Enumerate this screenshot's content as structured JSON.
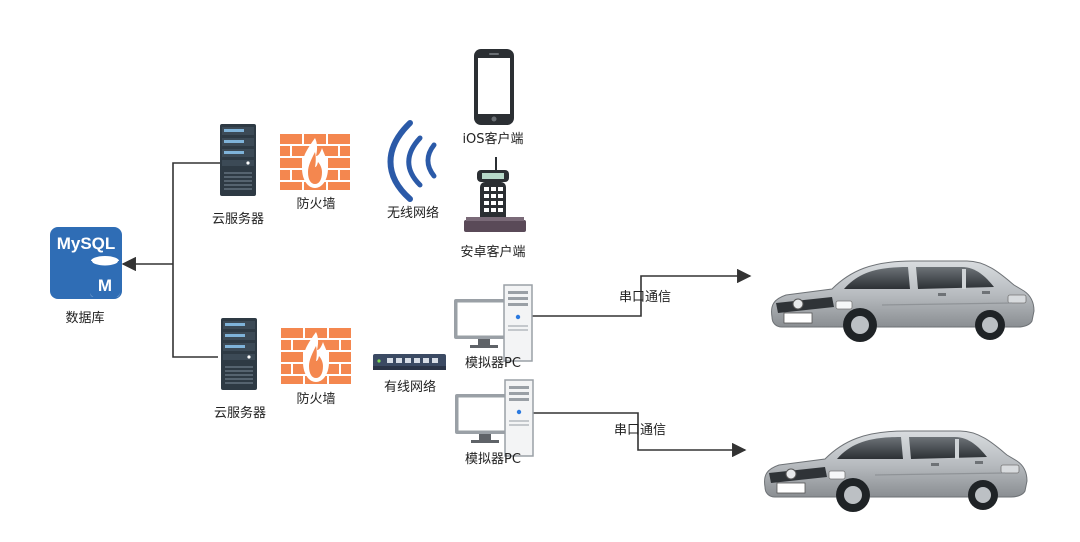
{
  "colors": {
    "line": "#333333",
    "mysql_blue": "#2f6db5",
    "firewall": "#f4874f",
    "wifi": "#2b5aa8",
    "server_dark": "#2e3a44",
    "car_body": "#b8bcc0"
  },
  "database": {
    "badge_text": "MySQL",
    "cylinder_text": "M",
    "label": "数据库"
  },
  "server_top": {
    "label": "云服务器",
    "icon": "server-rack-icon"
  },
  "server_bottom": {
    "label": "云服务器",
    "icon": "server-rack-icon"
  },
  "firewall_top": {
    "label": "防火墙",
    "icon": "firewall-icon"
  },
  "firewall_bottom": {
    "label": "防火墙",
    "icon": "firewall-icon"
  },
  "wireless": {
    "label": "无线网络",
    "icon": "wifi-signal-icon"
  },
  "wired": {
    "label": "有线网络",
    "icon": "network-switch-icon"
  },
  "ios_client": {
    "label": "iOS客户端",
    "icon": "smartphone-icon"
  },
  "android_client": {
    "label": "安卓客户端",
    "icon": "cordless-phone-icon"
  },
  "pc_top": {
    "label": "模拟器PC",
    "icon": "desktop-pc-icon"
  },
  "pc_bottom": {
    "label": "模拟器PC",
    "icon": "desktop-pc-icon"
  },
  "serial_top": {
    "label": "串口通信"
  },
  "serial_bottom": {
    "label": "串口通信"
  },
  "car_top": {
    "icon": "car-icon"
  },
  "car_bottom": {
    "icon": "car-icon"
  }
}
